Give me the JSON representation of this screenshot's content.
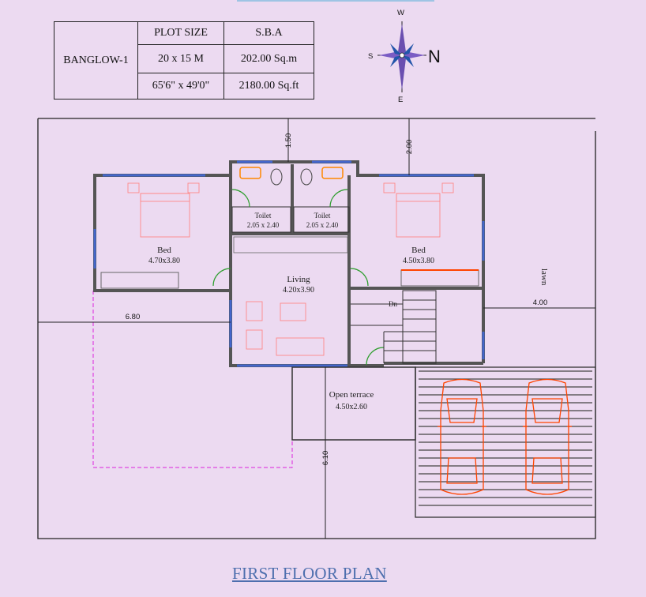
{
  "info_table": {
    "header_plot": "PLOT SIZE",
    "header_sba": "S.B.A",
    "name": "BANGLOW-1",
    "plot_metric": "20 x 15 M",
    "sba_metric": "202.00 Sq.m",
    "plot_imperial": "65'6\" x 49'0\"",
    "sba_imperial": "2180.00 Sq.ft"
  },
  "compass": {
    "north": "N",
    "south": "S",
    "west": "W",
    "east": "E"
  },
  "rooms": {
    "bed_left": {
      "name": "Bed",
      "size": "4.70x3.80"
    },
    "bed_right": {
      "name": "Bed",
      "size": "4.50x3.80"
    },
    "toilet_left": {
      "name": "Toilet",
      "size": "2.05 x 2.40"
    },
    "toilet_right": {
      "name": "Toilet",
      "size": "2.05 x 2.40"
    },
    "living": {
      "name": "Living",
      "size": "4.20x3.90"
    },
    "open_terrace": {
      "name": "Open terrace",
      "size": "4.50x2.60"
    },
    "lawn": "lawn",
    "stair_label": "Dn"
  },
  "dimensions": {
    "top_left": "1.50",
    "top_right": "2.00",
    "left": "6.80",
    "right": "4.00",
    "bottom": "6.10"
  },
  "plan_title": "FIRST FLOOR PLAN",
  "colors": {
    "wall": "#555555",
    "window": "#4466cc",
    "door": "#2e9e2e",
    "car": "#ff4400",
    "furniture": "#ff8888",
    "terrace_line": "#dd22dd",
    "title": "#4e6fae"
  }
}
